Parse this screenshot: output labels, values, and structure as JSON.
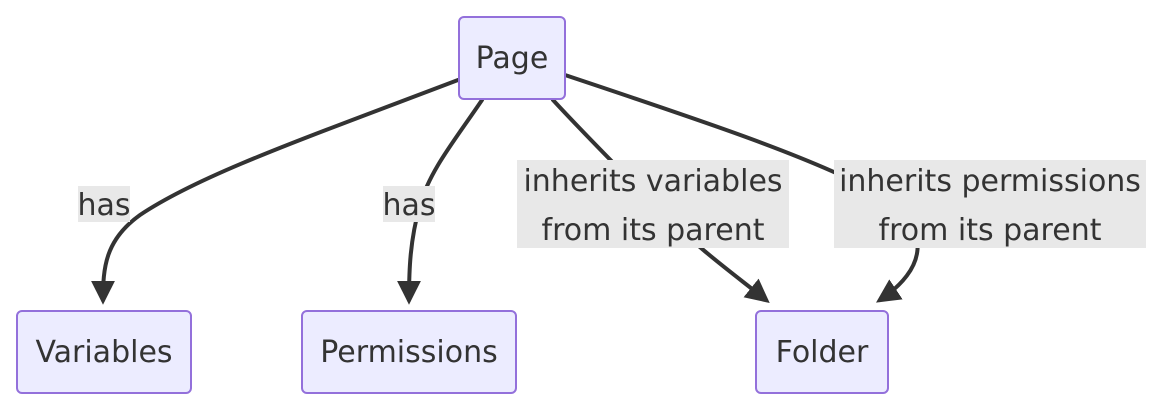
{
  "nodes": {
    "page": "Page",
    "variables": "Variables",
    "permissions": "Permissions",
    "folder": "Folder"
  },
  "edges": [
    {
      "from": "Page",
      "to": "Variables",
      "label": [
        "has"
      ]
    },
    {
      "from": "Page",
      "to": "Permissions",
      "label": [
        "has"
      ]
    },
    {
      "from": "Page",
      "to": "Folder",
      "label": [
        "inherits variables",
        "from its parent"
      ]
    },
    {
      "from": "Page",
      "to": "Folder",
      "label": [
        "inherits permissions",
        "from its parent"
      ]
    }
  ],
  "colors": {
    "node_fill": "#ECECFF",
    "node_stroke": "#9370DB",
    "edge": "#333333",
    "label_background": "#E8E8E8",
    "text": "#333333"
  }
}
